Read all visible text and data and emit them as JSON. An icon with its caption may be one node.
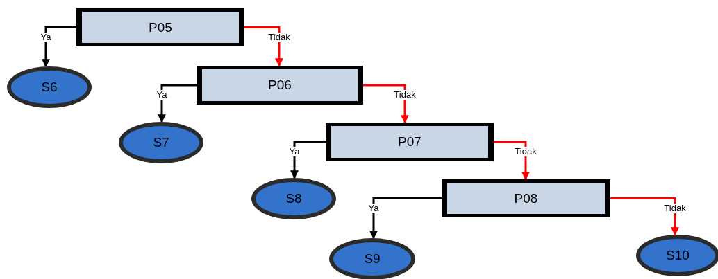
{
  "diagram": {
    "nodes": [
      {
        "text": [
          "P05"
        ]
      },
      {
        "text": [
          "S6"
        ]
      },
      {
        "text": [
          "P06"
        ]
      },
      {
        "text": [
          "S7"
        ]
      },
      {
        "text": [
          "P07"
        ]
      },
      {
        "text": [
          "S8"
        ]
      },
      {
        "text": [
          "P08"
        ]
      },
      {
        "text": [
          "S9"
        ]
      },
      {
        "text": [
          "S10"
        ]
      }
    ],
    "edges": [
      {
        "from": 0,
        "to": 1,
        "arrow": "to",
        "label": "Ya"
      },
      {
        "from": 0,
        "to": 2,
        "arrow": "to",
        "label": "Tidak",
        "color": "#ff0000"
      },
      {
        "from": 2,
        "to": 3,
        "arrow": "to",
        "label": "Ya"
      },
      {
        "from": 2,
        "to": 4,
        "arrow": "to",
        "label": "Tidak",
        "color": "#ff0000"
      },
      {
        "from": 4,
        "to": 5,
        "arrow": "to",
        "label": "Ya"
      },
      {
        "from": 4,
        "to": 6,
        "arrow": "to",
        "label": "Tidak",
        "color": "#ff0000"
      },
      {
        "from": 6,
        "to": 7,
        "arrow": "to",
        "label": "Ya"
      },
      {
        "from": 6,
        "to": 8,
        "arrow": "to",
        "label": "Tidak",
        "color": "#ff0000"
      }
    ]
  }
}
